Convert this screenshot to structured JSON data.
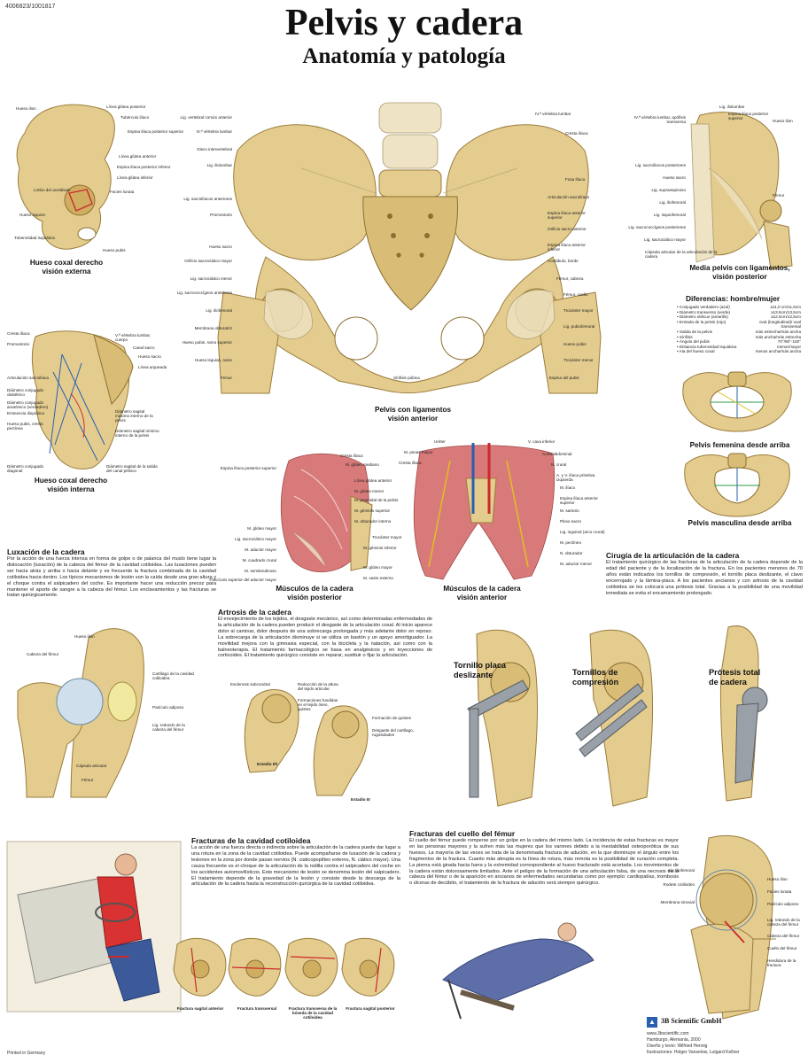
{
  "header": {
    "code": "4006823/1001817",
    "title": "Pelvis y cadera",
    "subtitle": "Anatomía y patología"
  },
  "coxal_ext": {
    "caption": "Hueso coxal derecho\nvisión externa",
    "labels_left": [
      "Hueso ilion",
      "Limbo del acetábulo",
      "Hueso isquion",
      "Tuberosidad isquiática"
    ],
    "labels_right": [
      "Línea glútea posterior",
      "Tubérculo ilíaco",
      "Espina ilíaca posterior superior",
      "Línea glútea anterior",
      "Espina ilíaca posterior inferior",
      "Línea glútea inferior",
      "Facies lunata",
      "Hueso pubis"
    ]
  },
  "coxal_int": {
    "caption": "Hueso coxal derecho\nvisión interna",
    "labels_left": [
      "Cresta ilíaca",
      "Promontorio",
      "Articulación sacroilíaca",
      "Diámetro conjugado obstétrico",
      "Diámetro conjugado anatómico (verdadero)",
      "Eminencia iliopúbica",
      "Hueso pubis, cresta pectínea",
      "Diámetro conjugado diagonal"
    ],
    "labels_right": [
      "V.ª vértebra lumbar, cuerpo",
      "Canal sacro",
      "Hueso sacro",
      "Línea arqueada",
      "Diámetro sagital máximo interno de la pelvis",
      "Diámetro sagital mínimo interno de la pelvis",
      "Diámetro sagital de la salida del canal pélvico"
    ]
  },
  "pelvis_ant": {
    "caption": "Pelvis con ligamentos\nvisión anterior",
    "labels_left": [
      "Lig. vertebral común anterior",
      "IV.ª vértebra lumbar",
      "Disco intervertebral",
      "Lig. iliolumbar",
      "Lig. sacroilíacos anteriores",
      "Promontorio",
      "Hueso sacro",
      "Orificio sacrociático mayor",
      "Lig. sacrociático menor",
      "Lig. sacrococcígeos anteriores",
      "Lig. iliofemoral",
      "Membrana obturatriz",
      "Hueso pubis, ramo superior",
      "Hueso isquion, ramo",
      "Fémur"
    ],
    "labels_right": [
      "IV.ª vértebra lumbar",
      "Cresta ilíaca",
      "Fosa ilíaca",
      "Articulación sacroilíaca",
      "Espina ilíaca anterior superior",
      "Orificio sacro anterior",
      "Espina ilíaca anterior inferior",
      "Acetábulo, borde",
      "Fémur, cabeza",
      "Fémur, cuello",
      "Trocánter mayor",
      "Lig. pubiofemoral",
      "Hueso pubis",
      "Trocánter menor",
      "Espina del pubis"
    ],
    "bottom_label": "Sínfisis púbica"
  },
  "pelvis_post": {
    "caption": "Media pelvis con ligamentos,\nvisión posterior",
    "labels_left": [
      "IV.ª vértebra lumbar, apófisis transversa",
      "Lig. sacroilíacos posteriores",
      "Hueso sacro",
      "Lig. supraespinoso",
      "Lig. iliofemoral",
      "Lig. isquiofemoral",
      "Lig. sacrococcígeos posteriores",
      "Lig. sacrociático mayor"
    ],
    "labels_right": [
      "Lig. iliolumbar",
      "Espina ilíaca posterior superior",
      "Hueso ilion",
      "Fémur"
    ],
    "bottom_label": "Cápsula articular de la articulación de la cadera"
  },
  "differences": {
    "title": "Diferencias: hombre/mujer",
    "rows": [
      {
        "k": "Conjugado verdadero (azul)",
        "v": "≥11,0 cm/11,5cm"
      },
      {
        "k": "Diámetro transverso (verde)",
        "v": "≥13,5cm/13,5cm"
      },
      {
        "k": "Diámetro oblicuo (amarillo)",
        "v": "≥12,5cm/12,5cm"
      },
      {
        "k": "Entrada de la pelvis (rojo)",
        "v": "oval (longitudinal)/ oval transversal"
      },
      {
        "k": "Salida de la pelvis",
        "v": "más estrecha/más ancha"
      },
      {
        "k": "Sínfisis",
        "v": "más ancha/más estrecha"
      },
      {
        "k": "Ángulo del pubis",
        "v": "70°/90°-100°"
      },
      {
        "k": "Distancia tuberosidad isquiática",
        "v": "menor/mayor"
      },
      {
        "k": "Ala del hueso coxal",
        "v": "menos ancha/más ancha"
      }
    ]
  },
  "pelvis_fem": {
    "caption": "Pelvis femenina desde arriba"
  },
  "pelvis_masc": {
    "caption": "Pelvis masculina desde arriba"
  },
  "muscles_post": {
    "caption": "Músculos de la cadera\nvisión posterior",
    "labels_left": [
      "Espina ilíaca posterior superior",
      "M. glúteo mayor",
      "Lig. sacrociático mayor",
      "M. aductor mayor",
      "M. cuadrado crural",
      "M. semitendinoso",
      "Fascículo superior del aductor mayor"
    ],
    "labels_right": [
      "Cresta ilíaca",
      "M. glúteo mediano",
      "Línea glútea anterior",
      "M. glúteo menor",
      "M. piramidal de la pelvis",
      "M. géminis superior",
      "M. obturador interno",
      "Trocánter mayor",
      "M. géminis inferior",
      "M. glúteo mayor",
      "M. vasto externo"
    ]
  },
  "muscles_ant": {
    "caption": "Músculos de la cadera\nvisión anterior",
    "labels_left": [
      "Uréter",
      "M. psoas mayor",
      "Cresta ilíaca"
    ],
    "labels_right": [
      "V. cava inferior",
      "Aorta abdominal",
      "N. crural",
      "A. y V. ilíaca primitiva izquierda",
      "M. ilíaco",
      "Espina ilíaca anterior superior",
      "M. sartorio",
      "Plexo sacro",
      "Lig. inguinal (arco crural)",
      "M. pectíneo",
      "N. obturador",
      "M. aductor menor"
    ]
  },
  "luxacion": {
    "title": "Luxación de la cadera",
    "text": "Por la acción de una fuerza intensa en forma de golpe o de palanca del muslo tiene lugar la dislocación (luxación) de la cabeza del fémur de la cavidad cotiloidea. Las luxaciones pueden ser hacia atrás y arriba o hacia delante y es frecuente la fractura combinada de la cavidad cotiloidea hacia dentro. Los típicos mecanismos de lesión son la caída desde una gran altura y el choque contra el salpicadero del coche. Es importante hacer una reducción precoz para mantener el aporte de sangre a la cabeza del fémur. Los enclavamientos y las fracturas se tratan quirúrgicamente.",
    "labels_left": [
      "Hueso ilion",
      "Cabeza del fémur",
      "Cápsula articular",
      "Fémur"
    ],
    "labels_right": [
      "Cartílago de la cavidad cotiloidea",
      "Panículo adiposo",
      "Lig. redondo de la cabeza del fémur"
    ]
  },
  "artrosis": {
    "title": "Artrosis de la cadera",
    "text": "El envejecimiento de los tejidos, el desgaste mecánico, así como determinadas enfermedades de la articulación de la cadera pueden producir el desgaste de la articulación coxal. Al inicio aparece dolor al caminar, dolor después de una sobrecarga prolongada y más adelante dolor en reposo. La sobrecarga de la articulación disminuye si se utiliza un bastón y un apoyo amortiguador. La movilidad mejora con la gimnasia especial, con la bicicleta y la natación, así como con la balneoterapia. El tratamiento farmacológico se basa en analgésicos y en inyecciones de corticoides. El tratamiento quirúrgico consiste en reparar, sustituir o fijar la articulación.",
    "labels": [
      "Esclerosis subcondral",
      "Reducción de la altura del tejido articular",
      "Formaciones fundidas en el tejido óseo, quistes",
      "Formación de quistes",
      "Desgaste del cartílago, rugosidades"
    ],
    "stage1": "Estadio I/II",
    "stage3": "Estadio III"
  },
  "cirugia": {
    "title": "Cirugía de la articulación de la cadera",
    "text": "El tratamiento quirúrgico de las fracturas de la articulación de la cadera depende de la edad del paciente y de la localización de la fractura. En los pacientes menores de 70 años están indicados los tornillos de compresión, el tornillo placa deslizante, el clavo encerrojado y la lámina-placa. A los pacientes ancianos y con artrosis de la cavidad cotiloidea se les colocará una prótesis total. Gracias a la posibilidad de una movilidad inmediata se evita el encamamiento prolongado.",
    "items": [
      "Tornillo placa deslizante",
      "Tornillos de compresión",
      "Prótesis total de cadera"
    ]
  },
  "fracturas_cav": {
    "title": "Fracturas de la cavidad cotiloidea",
    "text": "La acción de una fuerza directa o indirecta sobre la articulación de la cadera puede dar lugar a una rotura en la zona de la cavidad cotiloidea. Puede acompañarse de luxación de la cadera y lesiones en la zona por donde pasan nervios (N. ciaticopoplíteo externo, N. ciático mayor). Una causa frecuente es el choque de la articulación de la rodilla contra el salpicadero del coche en los accidentes automovilísticos. Este mecanismo de lesión se denomina lesión del salpicadero. El tratamiento depende de la gravedad de la lesión y consiste desde la descarga de la articulación de la cadera hasta la reconstrucción quirúrgica de la cavidad cotiloidea.",
    "types": [
      "Fractura sagital anterior",
      "Fractura transversal",
      "Fractura transversa de la bóveda de la cavidad cotiloidea",
      "Fractura sagital posterior"
    ]
  },
  "fracturas_cuello": {
    "title": "Fracturas del cuello del fémur",
    "text": "El cuello del fémur puede romperse por un golpe en la cadera del mismo lado. La incidencia de estas fracturas es mayor en las personas mayores y la sufren más las mujeres que los varones debido a la inestabilidad osteoporótica de sus huesos. La mayoría de las veces se trata de la denominada fractura de adución, en la que disminuye el ángulo entre los fragmentos de la fractura. Cuanto más abrupta es la línea de rotura, más remota es la posibilidad de curación completa. La pierna está girada hacia fuera y la extremidad correspondiente al hueso fracturado está acortada. Los movimientos de la cadera están dolorosamente limitados. Ante el peligro de la formación de una articulación falsa, de una necrosis de la cabeza del fémur o de la aparición en ancianos de enfermedades secundarias como por ejemplo: cardiopatías, trombosis o úlceras de decúbito, el tratamiento de la fractura de adución será siempre quirúrgico.",
    "labels_left": [
      "Lig. iliofemoral",
      "Rodete cotiloideo",
      "Membrana sinovial"
    ],
    "labels_right": [
      "Hueso ilion",
      "Facies lunata",
      "Panículo adiposo",
      "Lig. redondo de la cabeza del fémur",
      "Cabeza del fémur",
      "Cuello del fémur",
      "Hendidura de la fractura"
    ]
  },
  "footer": {
    "printed": "Printed in Germany",
    "brand": "3B Scientific GmbH",
    "web": "www.3bscientific.com",
    "place": "Hamburgo, Alemania, 2000",
    "design": "Diseño y texto: Wilfried Hennig",
    "illus": "Ilustraciones: Holger Vanselow, Lutgard Kellner"
  },
  "colors": {
    "bone": "#e4cc8e",
    "muscle": "#d97a7a",
    "blue": "#2a5fb0",
    "green": "#2f9a48",
    "yellow": "#e0c020",
    "red": "#cc2a2a"
  }
}
